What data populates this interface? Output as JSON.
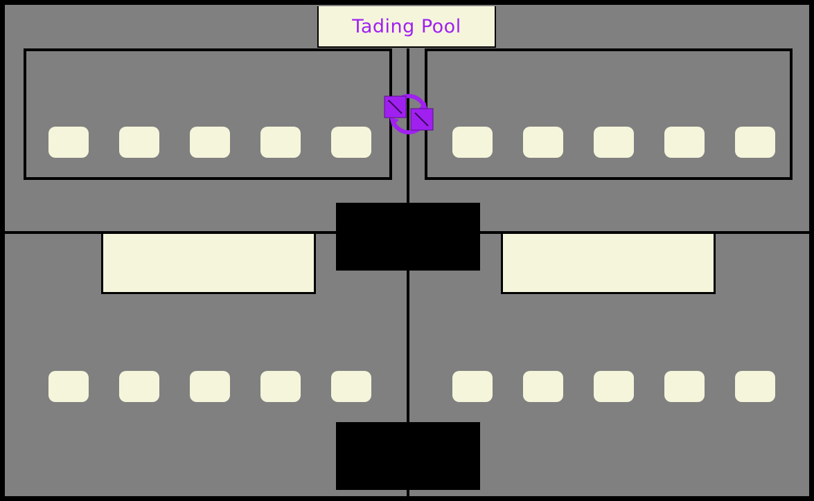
{
  "title": "Tading Pool",
  "colors": {
    "board": "#808080",
    "card_slot": "#f5f5dc",
    "accent": "#a020f0",
    "border": "#000000"
  },
  "icons": {
    "swap": "swap-arrows-icon"
  },
  "slots_per_row": 5,
  "rows": [
    "trade-left",
    "trade-right",
    "hand-left",
    "hand-right"
  ]
}
